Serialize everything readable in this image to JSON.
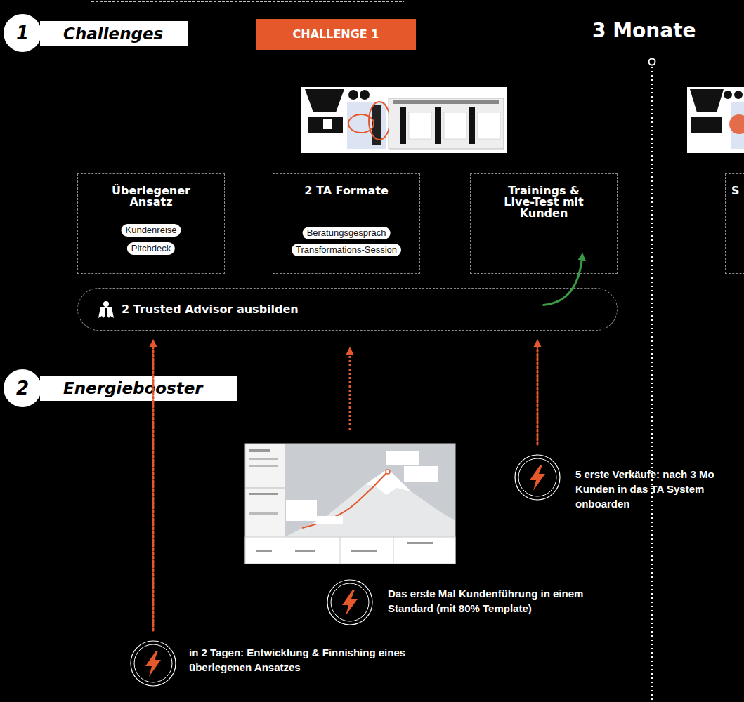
{
  "diagram": {
    "nodes": [
      {
        "text": [
          "1"
        ]
      },
      {
        "text": [
          "Challenges"
        ]
      },
      {
        "text": [
          "CHALLENGE 1"
        ]
      },
      {
        "text": [
          "Überlegener Ansatz"
        ]
      },
      {
        "text": [
          "Kundenreise"
        ],
        "in": 3
      },
      {
        "text": [
          "Pitchdeck"
        ],
        "in": 3
      },
      {
        "text": [
          "2 TA Formate"
        ]
      },
      {
        "text": [
          "Beratungsgespräch"
        ],
        "in": 6
      },
      {
        "text": [
          "Transformations-Session"
        ],
        "in": 6
      },
      {
        "text": [
          "Trainings & Live-Test mit Kunden"
        ]
      },
      {
        "text": [
          "S"
        ]
      },
      {
        "text": [
          "2 Trusted Advisor ausbilden"
        ]
      },
      {
        "text": [
          "2"
        ]
      },
      {
        "text": [
          "Energiebooster"
        ]
      },
      {
        "text": [
          "5 erste Verkäufe: nach 3 Mo Kunden in das TA System onboarden"
        ]
      },
      {
        "text": [
          "Das erste Mal Kundenführung in einem Standard (mit 80% Template)"
        ]
      },
      {
        "text": [
          "in 2 Tagen: Entwicklung & Finnishing eines überlegenen Ansatzes"
        ]
      }
    ],
    "edges": [
      {
        "from": 16,
        "to": 11,
        "arrow": "to"
      },
      {
        "from": 14,
        "to": 11,
        "arrow": "to"
      },
      {
        "from": 11,
        "to": 9,
        "arrow": "to"
      }
    ],
    "labels": [
      "3 Monate"
    ]
  }
}
